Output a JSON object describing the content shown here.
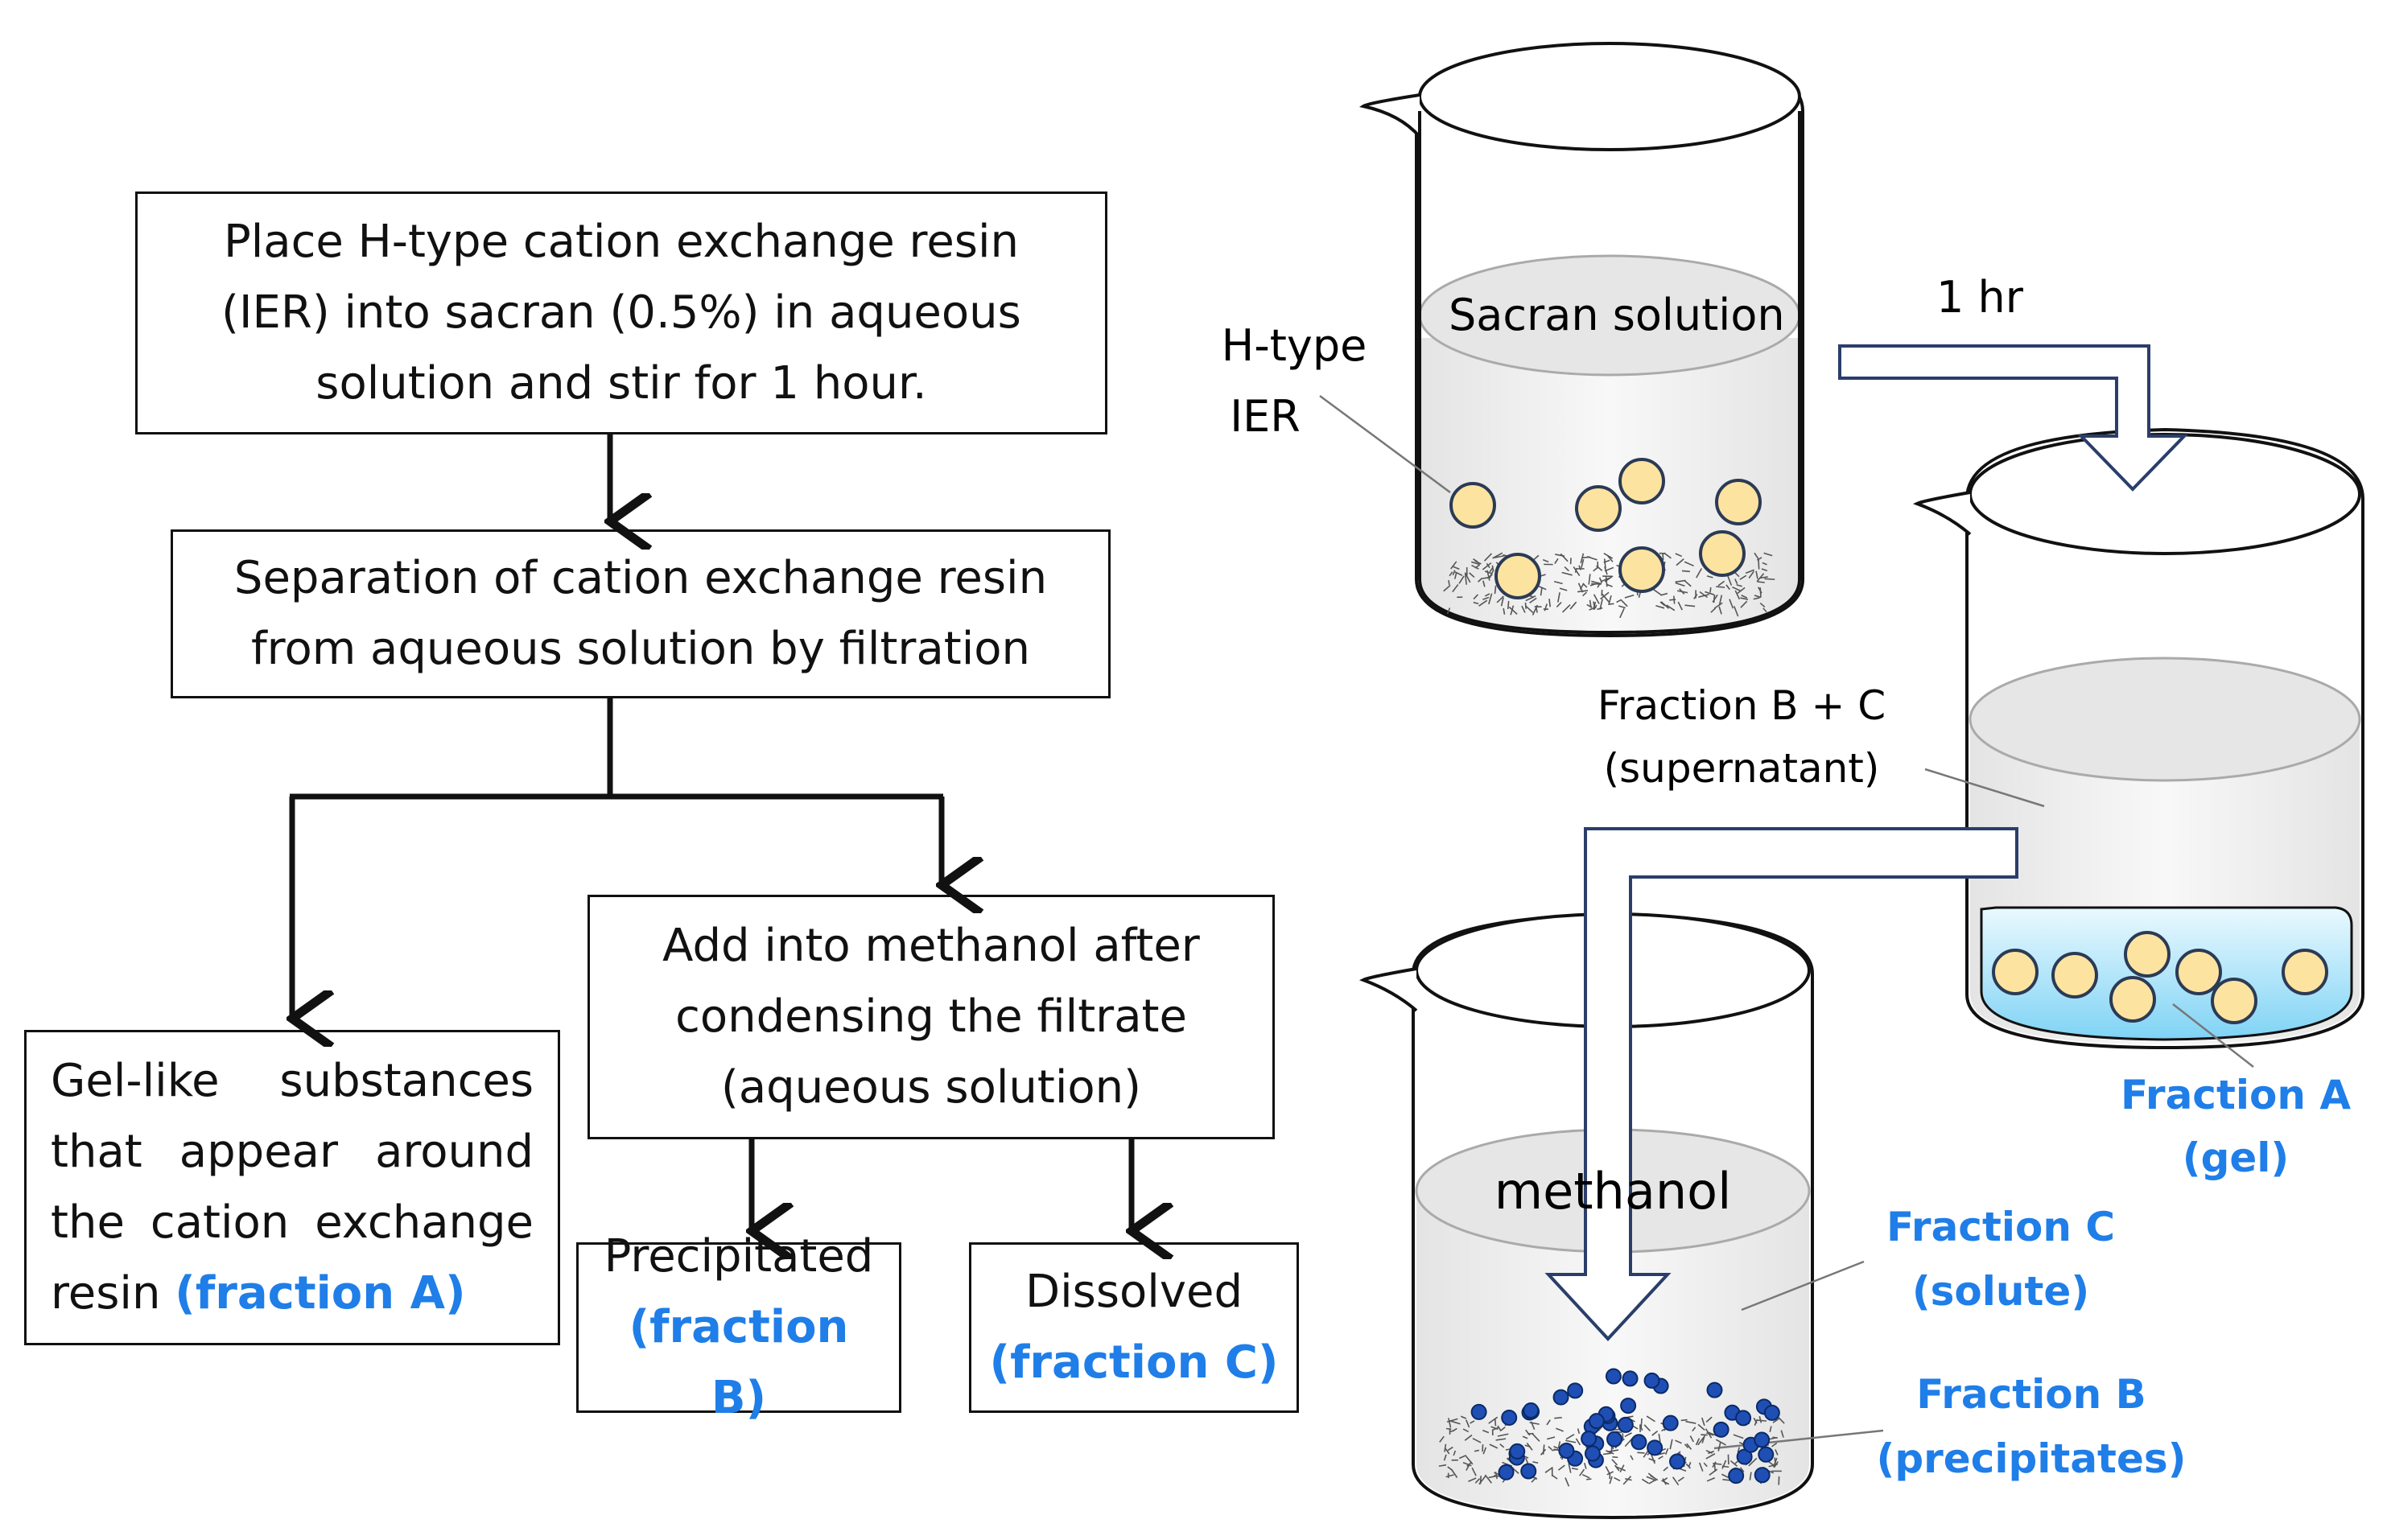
{
  "flowchart": {
    "step1": {
      "lines": [
        "Place H-type cation exchange resin",
        "(IER) into sacran (0.5%) in aqueous",
        "solution and stir for 1 hour."
      ]
    },
    "step2": {
      "lines": [
        "Separation of cation exchange resin",
        "from aqueous solution by filtration"
      ]
    },
    "step3": {
      "lines": [
        "Add into methanol after",
        "condensing the filtrate",
        "(aqueous solution)"
      ]
    },
    "fraction_a_box": {
      "lines": [
        "Gel-like substances",
        "that appear around",
        "the cation exchange"
      ],
      "last_prefix": "resin ",
      "highlight": "(fraction A)"
    },
    "precipitated_box": {
      "label": "Precipitated",
      "highlight": "(fraction B)"
    },
    "dissolved_box": {
      "label": "Dissolved",
      "highlight": "(fraction C)"
    }
  },
  "illustration": {
    "beaker1_label": "Sacran solution",
    "ier_label": [
      "H-type",
      "IER"
    ],
    "time_label": "1 hr",
    "supernatant_label": [
      "Fraction B + C",
      "(supernatant)"
    ],
    "fraction_a_label": [
      "Fraction A",
      "(gel)"
    ],
    "methanol_label": "methanol",
    "fraction_c_label": [
      "Fraction C",
      "(solute)"
    ],
    "fraction_b_label": [
      "Fraction B",
      "(precipitates)"
    ]
  },
  "colors": {
    "highlight": "#1f7ee8",
    "bead_fill": "#fde3a0",
    "bead_stroke": "#2b3a55",
    "gel": "#bfe9fb",
    "precipitate": "#1f4fb5",
    "liquid": "#f2f2f2"
  }
}
